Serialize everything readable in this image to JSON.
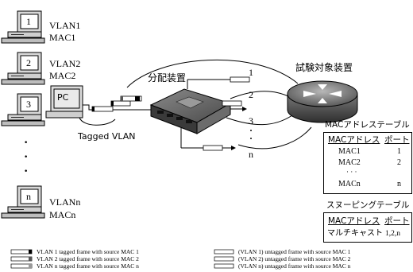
{
  "hosts": [
    {
      "num": "1",
      "vlan": "VLAN1",
      "mac": "MAC1"
    },
    {
      "num": "2",
      "vlan": "VLAN2",
      "mac": "MAC2"
    },
    {
      "num": "3",
      "pc": "PC"
    },
    {
      "num": "n",
      "vlan": "VLANn",
      "mac": "MACn"
    }
  ],
  "host_ellipsis": "·",
  "labels": {
    "distributor": "分配装置",
    "dut": "試験対象装置",
    "tagged_vlan": "Tagged VLAN"
  },
  "ports": [
    "1",
    "2",
    "3",
    "n"
  ],
  "port_ellipsis": "·",
  "mac_table": {
    "title": "MACアドレステーブル",
    "col_mac": "MACアドレス",
    "col_port": "ポート",
    "rows": [
      {
        "mac": "MAC1",
        "port": "1"
      },
      {
        "mac": "MAC2",
        "port": "2"
      },
      {
        "mac": "· · ·",
        "port": ""
      },
      {
        "mac": "MACn",
        "port": "n"
      }
    ]
  },
  "snoop_table": {
    "title": "スヌーピングテーブル",
    "col_mac": "MACアドレス",
    "col_port": "ポート",
    "rows": [
      {
        "mac": "マルチキャスト",
        "port": "1,2,n"
      }
    ]
  },
  "legend": {
    "left": [
      "VLAN 1 tagged frame with source MAC 1",
      "VLAN 2 tagged frame with source MAC 2",
      "VLAN n tagged frame with source MAC n"
    ],
    "right": [
      "(VLAN 1) untagged frame with source MAC 1",
      "(VLAN 2) untagged frame with source MAC 2",
      "(VLAN n) untagged frame with source MAC n"
    ]
  }
}
